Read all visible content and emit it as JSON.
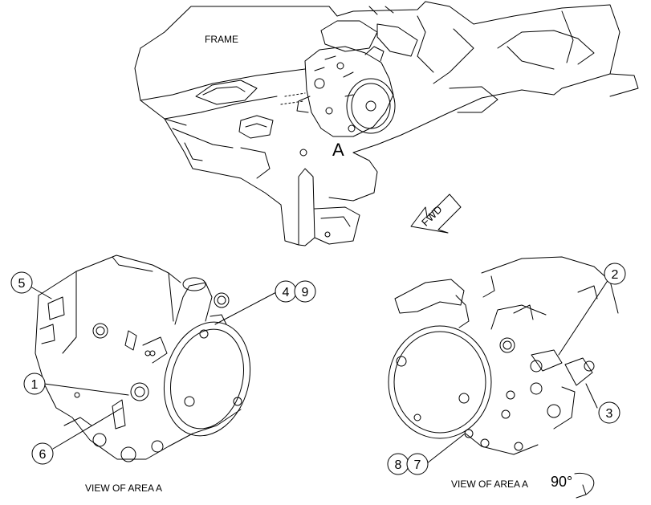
{
  "labels": {
    "frame": "FRAME",
    "area_letter": "A",
    "fwd": "FWD",
    "view_left": "VIEW OF AREA  A",
    "view_right": "VIEW OF AREA  A",
    "rotation": "90°"
  },
  "callouts": {
    "c1": "1",
    "c2": "2",
    "c3": "3",
    "c4": "4",
    "c5": "5",
    "c6": "6",
    "c7": "7",
    "c8": "8",
    "c9": "9"
  },
  "colors": {
    "line": "#000000",
    "background": "#ffffff"
  }
}
